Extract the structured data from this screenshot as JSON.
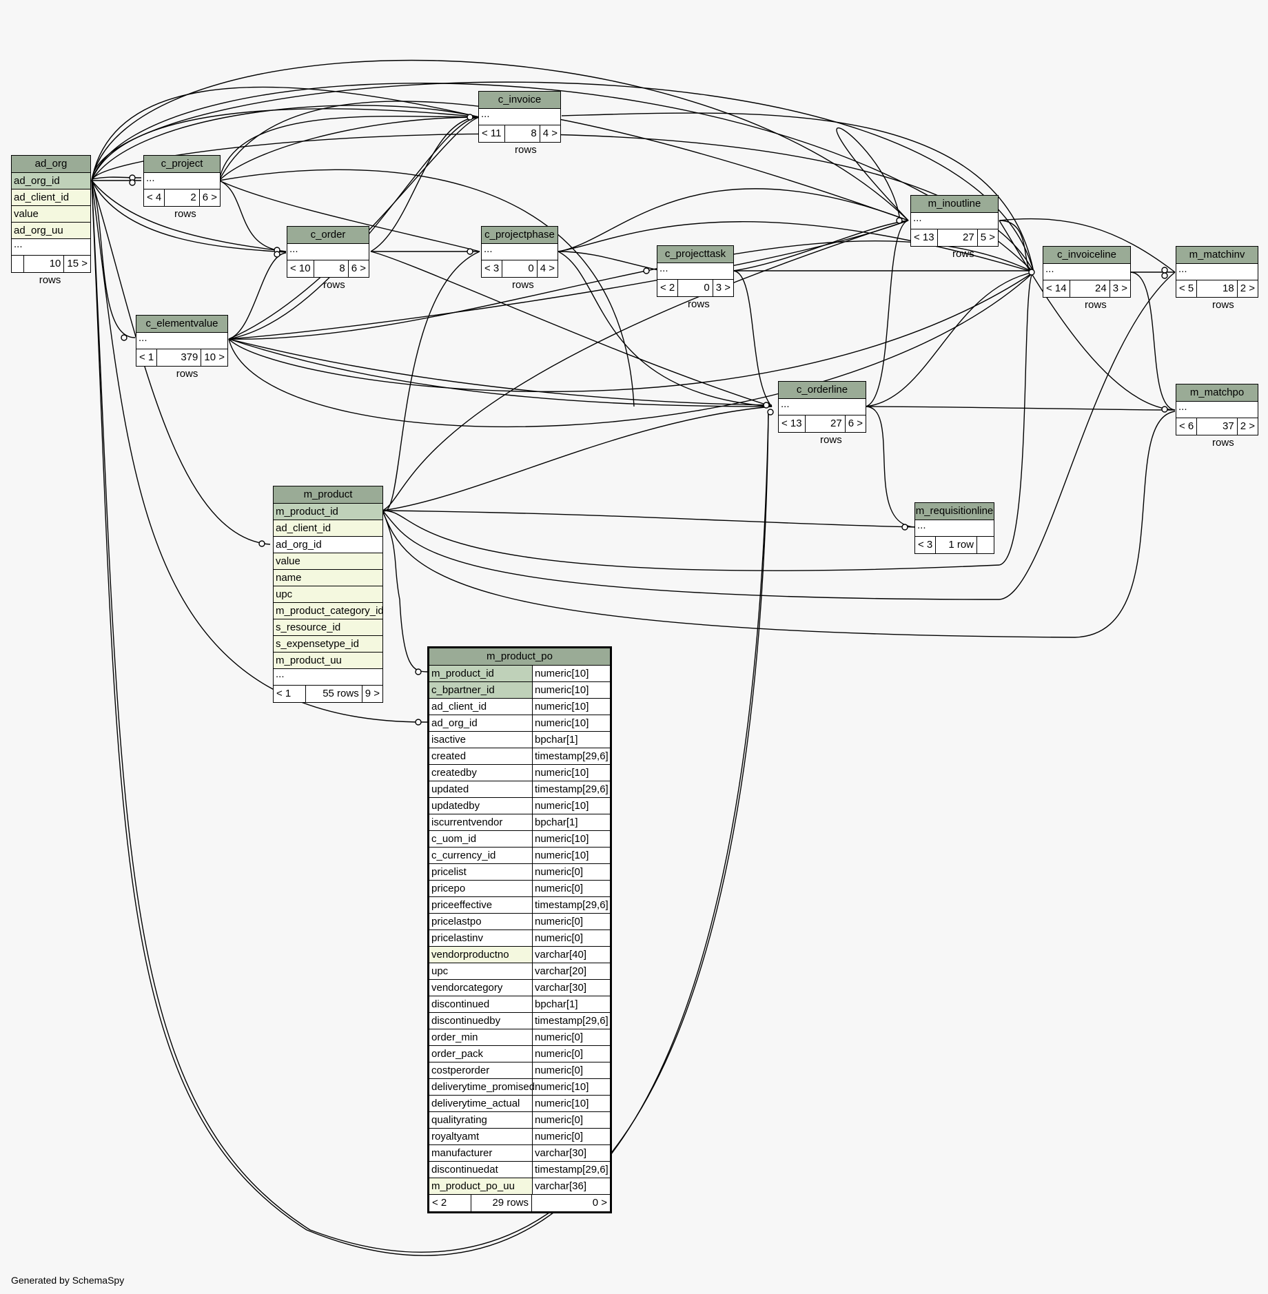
{
  "footer": "Generated by SchemaSpy",
  "tables": {
    "ad_org": {
      "name": "ad_org",
      "columns": [
        "ad_org_id",
        "ad_client_id",
        "value",
        "ad_org_uu",
        "..."
      ],
      "foot": [
        "",
        "10 rows",
        "15 >"
      ]
    },
    "c_project": {
      "name": "c_project",
      "rows": [
        "..."
      ],
      "foot": [
        "< 4",
        "2 rows",
        "6 >"
      ]
    },
    "c_invoice": {
      "name": "c_invoice",
      "rows": [
        "..."
      ],
      "foot": [
        "< 11",
        "8 rows",
        "4 >"
      ]
    },
    "c_order": {
      "name": "c_order",
      "rows": [
        "..."
      ],
      "foot": [
        "< 10",
        "8 rows",
        "6 >"
      ]
    },
    "c_projectphase": {
      "name": "c_projectphase",
      "rows": [
        "..."
      ],
      "foot": [
        "< 3",
        "0 rows",
        "4 >"
      ]
    },
    "c_projecttask": {
      "name": "c_projecttask",
      "rows": [
        "..."
      ],
      "foot": [
        "< 2",
        "0 rows",
        "3 >"
      ]
    },
    "m_inoutline": {
      "name": "m_inoutline",
      "rows": [
        "..."
      ],
      "foot": [
        "< 13",
        "27 rows",
        "5 >"
      ]
    },
    "c_invoiceline": {
      "name": "c_invoiceline",
      "rows": [
        "..."
      ],
      "foot": [
        "< 14",
        "24 rows",
        "3 >"
      ]
    },
    "m_matchinv": {
      "name": "m_matchinv",
      "rows": [
        "..."
      ],
      "foot": [
        "< 5",
        "18 rows",
        "2 >"
      ]
    },
    "m_matchpo": {
      "name": "m_matchpo",
      "rows": [
        "..."
      ],
      "foot": [
        "< 6",
        "37 rows",
        "2 >"
      ]
    },
    "c_elementvalue": {
      "name": "c_elementvalue",
      "rows": [
        "..."
      ],
      "foot": [
        "< 1",
        "379 rows",
        "10 >"
      ]
    },
    "c_orderline": {
      "name": "c_orderline",
      "rows": [
        "..."
      ],
      "foot": [
        "< 13",
        "27 rows",
        "6 >"
      ]
    },
    "m_requisitionline": {
      "name": "m_requisitionline",
      "rows": [
        "..."
      ],
      "foot": [
        "< 3",
        "1 row",
        ""
      ]
    },
    "m_product": {
      "name": "m_product",
      "columns": [
        "m_product_id",
        "ad_client_id",
        "ad_org_id",
        "value",
        "name",
        "upc",
        "m_product_category_id",
        "s_resource_id",
        "s_expensetype_id",
        "m_product_uu",
        "..."
      ],
      "foot": [
        "< 1",
        "55 rows",
        "9 >"
      ]
    },
    "m_product_po": {
      "name": "m_product_po",
      "columns": [
        [
          "m_product_id",
          "numeric[10]"
        ],
        [
          "c_bpartner_id",
          "numeric[10]"
        ],
        [
          "ad_client_id",
          "numeric[10]"
        ],
        [
          "ad_org_id",
          "numeric[10]"
        ],
        [
          "isactive",
          "bpchar[1]"
        ],
        [
          "created",
          "timestamp[29,6]"
        ],
        [
          "createdby",
          "numeric[10]"
        ],
        [
          "updated",
          "timestamp[29,6]"
        ],
        [
          "updatedby",
          "numeric[10]"
        ],
        [
          "iscurrentvendor",
          "bpchar[1]"
        ],
        [
          "c_uom_id",
          "numeric[10]"
        ],
        [
          "c_currency_id",
          "numeric[10]"
        ],
        [
          "pricelist",
          "numeric[0]"
        ],
        [
          "pricepo",
          "numeric[0]"
        ],
        [
          "priceeffective",
          "timestamp[29,6]"
        ],
        [
          "pricelastpo",
          "numeric[0]"
        ],
        [
          "pricelastinv",
          "numeric[0]"
        ],
        [
          "vendorproductno",
          "varchar[40]"
        ],
        [
          "upc",
          "varchar[20]"
        ],
        [
          "vendorcategory",
          "varchar[30]"
        ],
        [
          "discontinued",
          "bpchar[1]"
        ],
        [
          "discontinuedby",
          "timestamp[29,6]"
        ],
        [
          "order_min",
          "numeric[0]"
        ],
        [
          "order_pack",
          "numeric[0]"
        ],
        [
          "costperorder",
          "numeric[0]"
        ],
        [
          "deliverytime_promised",
          "numeric[10]"
        ],
        [
          "deliverytime_actual",
          "numeric[10]"
        ],
        [
          "qualityrating",
          "numeric[0]"
        ],
        [
          "royaltyamt",
          "numeric[0]"
        ],
        [
          "manufacturer",
          "varchar[30]"
        ],
        [
          "discontinuedat",
          "timestamp[29,6]"
        ],
        [
          "m_product_po_uu",
          "varchar[36]"
        ]
      ],
      "foot": [
        "< 2",
        "29 rows",
        "0 >"
      ]
    }
  }
}
